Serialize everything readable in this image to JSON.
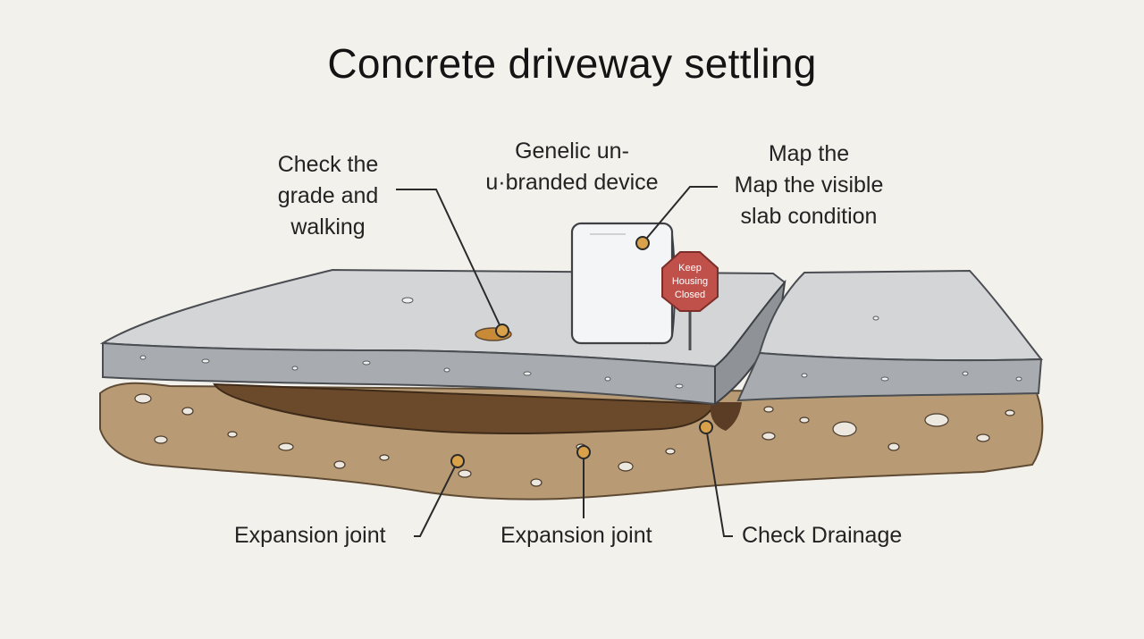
{
  "title": "Concrete driveway settling",
  "callouts": {
    "grade": {
      "lines": [
        "Check the",
        "grade and",
        "walking"
      ]
    },
    "device": {
      "lines": [
        "Genelic un-",
        "u·branded device"
      ]
    },
    "map": {
      "lines": [
        "Map the",
        "Map the visible",
        "slab condition"
      ]
    },
    "expansion_left": {
      "text": "Expansion joint"
    },
    "expansion_center": {
      "text": "Expansion joint"
    },
    "drainage": {
      "text": "Check Drainage"
    }
  },
  "sign": {
    "lines": [
      "Keep",
      "Housing",
      "Closed"
    ]
  },
  "colors": {
    "background": "#f3f1ec",
    "slab_top": "#d3d5d7",
    "slab_edge": "#a8abaf",
    "soil": "#b89b74",
    "void": "#6b4a2c",
    "marker": "#d9a24a",
    "sign": "#c0504a"
  }
}
